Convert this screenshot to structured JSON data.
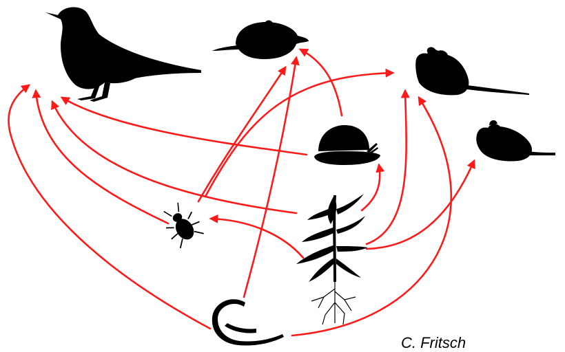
{
  "diagram": {
    "credit": "C. Fritsch",
    "colors": {
      "arrow": "#ff1a1a",
      "silhouette": "#000000",
      "background": "#ffffff"
    },
    "nodes": [
      {
        "id": "bird",
        "icon": "bird-icon"
      },
      {
        "id": "shrew",
        "icon": "shrew-icon"
      },
      {
        "id": "mouse",
        "icon": "mouse-icon"
      },
      {
        "id": "vole",
        "icon": "vole-icon"
      },
      {
        "id": "snail",
        "icon": "snail-icon"
      },
      {
        "id": "beetle",
        "icon": "beetle-icon"
      },
      {
        "id": "plant",
        "icon": "plant-icon"
      },
      {
        "id": "earthworm",
        "icon": "earthworm-icon"
      }
    ],
    "links": [
      {
        "from": "earthworm",
        "to": "bird"
      },
      {
        "from": "beetle",
        "to": "bird"
      },
      {
        "from": "plant",
        "to": "bird"
      },
      {
        "from": "snail",
        "to": "bird"
      },
      {
        "from": "beetle",
        "to": "shrew"
      },
      {
        "from": "earthworm",
        "to": "shrew"
      },
      {
        "from": "snail",
        "to": "shrew"
      },
      {
        "from": "beetle",
        "to": "mouse"
      },
      {
        "from": "plant",
        "to": "mouse"
      },
      {
        "from": "earthworm",
        "to": "mouse"
      },
      {
        "from": "plant",
        "to": "vole"
      },
      {
        "from": "plant",
        "to": "snail"
      },
      {
        "from": "plant",
        "to": "beetle"
      }
    ]
  }
}
